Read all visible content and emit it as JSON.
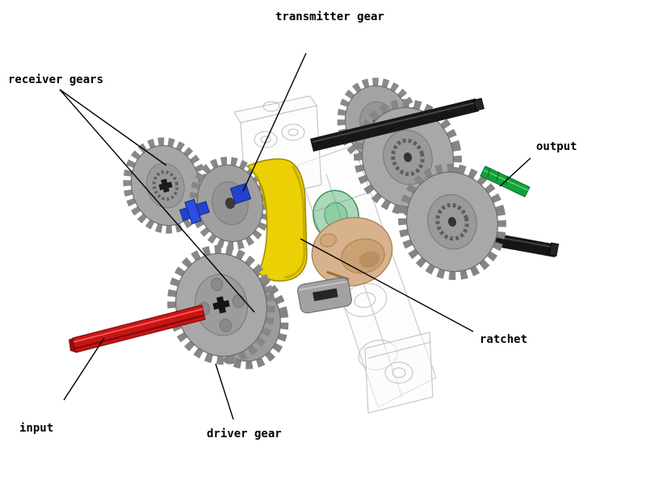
{
  "figure": {
    "type": "3d-render-diagram",
    "background": "#ffffff",
    "subject": "LEGO gearbox mechanism with labelled parts"
  },
  "labels": {
    "transmitter_gear": "transmitter gear",
    "receiver_gears": "receiver gears",
    "output": "output",
    "ratchet": "ratchet",
    "input": "input",
    "driver_gear": "driver gear"
  },
  "parts": [
    {
      "id": "input-axle",
      "label": "input",
      "color": "#c81414"
    },
    {
      "id": "output-axle",
      "label": "output",
      "color": "#14a03a"
    },
    {
      "id": "driver-gear",
      "label": "driver gear",
      "color": "#a8a8a8"
    },
    {
      "id": "receiver-gears",
      "label": "receiver gears",
      "color": "#a6a6a6"
    },
    {
      "id": "transmitter-gear",
      "label": "transmitter gear",
      "color": "#2343cf"
    },
    {
      "id": "ratchet",
      "label": "ratchet",
      "color": "#d8b28c"
    },
    {
      "id": "ratchet-housing",
      "color": "#ecd006"
    },
    {
      "id": "cross-axles",
      "color": "#161616"
    },
    {
      "id": "translucent-frame",
      "color": "#c9c9c9"
    }
  ],
  "colors": {
    "label_text": "#000000",
    "annotation_line": "#000000",
    "gear_gray": "#a6a6a6",
    "axle_red": "#c81414",
    "axle_green": "#14a03a",
    "axle_black": "#161616",
    "transmitter_blue": "#2343cf",
    "housing_yellow": "#ecd006",
    "ratchet_tan": "#d8b28c",
    "frame_wireframe": "#c9c9c9",
    "background": "#ffffff"
  }
}
